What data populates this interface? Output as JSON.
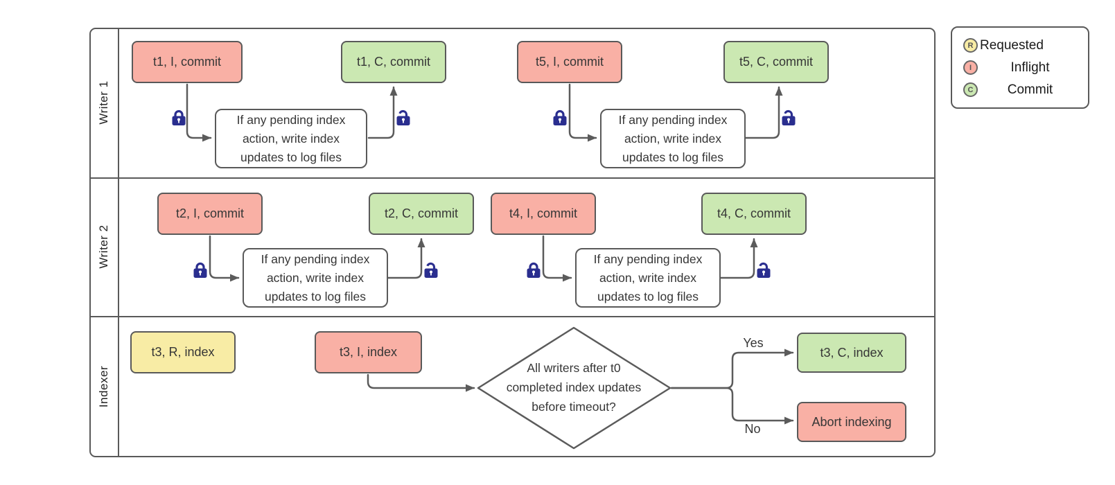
{
  "lanes": [
    {
      "label": "Writer 1",
      "nodes": [
        {
          "type": "inflight",
          "label": "t1, I, commit"
        },
        {
          "type": "note",
          "label": "If any pending index\naction, write index\nupdates to log files"
        },
        {
          "type": "commit",
          "label": "t1, C, commit"
        },
        {
          "type": "inflight",
          "label": "t5, I, commit"
        },
        {
          "type": "note",
          "label": "If any pending index\naction, write index\nupdates to log files"
        },
        {
          "type": "commit",
          "label": "t5, C, commit"
        }
      ]
    },
    {
      "label": "Writer 2",
      "nodes": [
        {
          "type": "inflight",
          "label": "t2, I, commit"
        },
        {
          "type": "note",
          "label": "If any pending index\naction, write index\nupdates to log files"
        },
        {
          "type": "commit",
          "label": "t2, C, commit"
        },
        {
          "type": "inflight",
          "label": "t4, I, commit"
        },
        {
          "type": "note",
          "label": "If any pending index\naction, write index\nupdates to log files"
        },
        {
          "type": "commit",
          "label": "t4, C, commit"
        }
      ]
    },
    {
      "label": "Indexer",
      "nodes": [
        {
          "type": "requested",
          "label": "t3, R, index"
        },
        {
          "type": "inflight",
          "label": "t3, I, index"
        },
        {
          "type": "decision",
          "label": "All writers after t0\ncompleted index updates\nbefore timeout?"
        },
        {
          "type": "commit",
          "label": "t3, C, index"
        },
        {
          "type": "inflight",
          "label": "Abort indexing"
        }
      ]
    }
  ],
  "decision_branches": {
    "yes": "Yes",
    "no": "No"
  },
  "legend": {
    "items": [
      {
        "letter": "R",
        "label": "Requested",
        "state": "requested"
      },
      {
        "letter": "I",
        "label": "Inflight",
        "state": "inflight"
      },
      {
        "letter": "C",
        "label": "Commit",
        "state": "commit"
      }
    ]
  },
  "icons": {
    "lock_closed": "lock-closed-icon",
    "lock_open": "lock-open-icon"
  },
  "colors": {
    "requested_fill": "#f8eca5",
    "inflight_fill": "#f9b0a5",
    "commit_fill": "#cbe8b2",
    "note_fill": "#ffffff",
    "shape_stroke": "#595959",
    "connector": "#5b5b5b",
    "lock_blue": "#2a2e8f",
    "text": "#363636"
  }
}
